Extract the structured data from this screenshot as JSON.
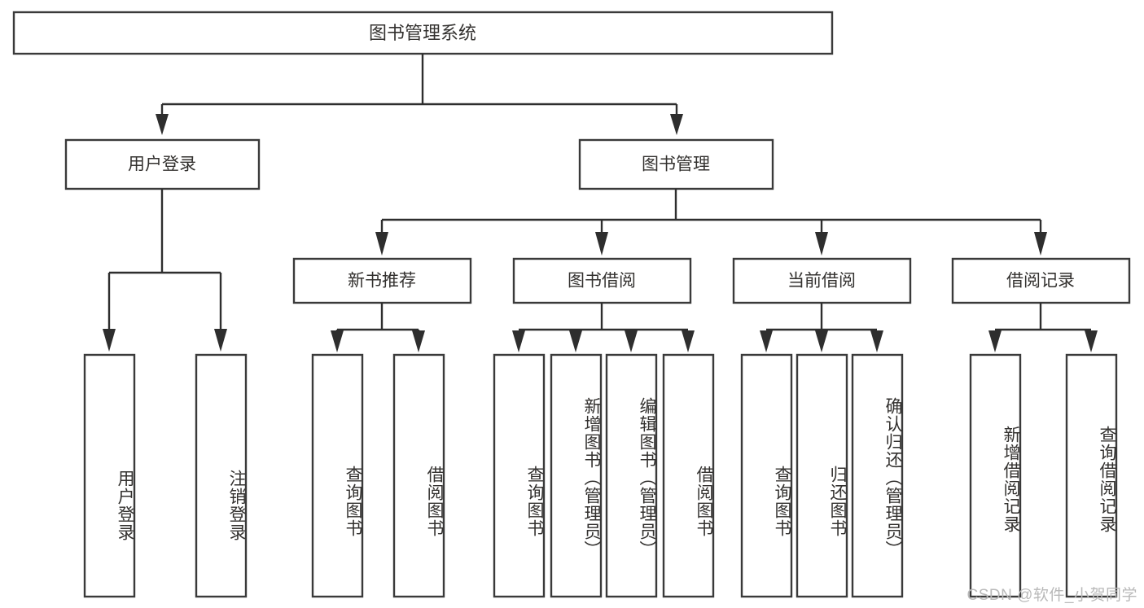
{
  "diagram": {
    "title": "图书管理系统",
    "watermark": "CSDN @软件_小贺同学",
    "type": "tree-hierarchy-diagram",
    "orientation": "top-down",
    "box_fill": "#ffffff",
    "box_stroke": "#3a3a3a",
    "text_color": "#33312f",
    "connector_color": "#2e2e2e",
    "watermark_color": "#b9b9b9"
  },
  "nodes": {
    "root": {
      "label": "图书管理系统",
      "level": 0
    },
    "level1": [
      {
        "id": "user-login",
        "label": "用户登录"
      },
      {
        "id": "book-management",
        "label": "图书管理"
      }
    ],
    "level2": [
      {
        "id": "new-book-recommend",
        "label": "新书推荐",
        "parent": "book-management"
      },
      {
        "id": "book-borrow",
        "label": "图书借阅",
        "parent": "book-management"
      },
      {
        "id": "current-borrow",
        "label": "当前借阅",
        "parent": "book-management"
      },
      {
        "id": "borrow-record",
        "label": "借阅记录",
        "parent": "book-management"
      }
    ],
    "leaves": {
      "user-login": [
        {
          "id": "leaf-user-login",
          "label": "用户登录"
        },
        {
          "id": "leaf-user-logout",
          "label": "注销登录"
        }
      ],
      "new-book-recommend": [
        {
          "id": "leaf-query-book-1",
          "label": "查询图书"
        },
        {
          "id": "leaf-borrow-book-1",
          "label": "借阅图书"
        }
      ],
      "book-borrow": [
        {
          "id": "leaf-query-book-2",
          "label": "查询图书"
        },
        {
          "id": "leaf-add-book",
          "label": "新增图书（管理员）"
        },
        {
          "id": "leaf-edit-book",
          "label": "编辑图书（管理员）"
        },
        {
          "id": "leaf-borrow-book-2",
          "label": "借阅图书"
        }
      ],
      "current-borrow": [
        {
          "id": "leaf-query-book-3",
          "label": "查询图书"
        },
        {
          "id": "leaf-return-book",
          "label": "归还图书"
        },
        {
          "id": "leaf-confirm-return",
          "label": "确认归还（管理员）"
        }
      ],
      "borrow-record": [
        {
          "id": "leaf-add-record",
          "label": "新增借阅记录"
        },
        {
          "id": "leaf-query-record",
          "label": "查询借阅记录"
        }
      ]
    }
  }
}
